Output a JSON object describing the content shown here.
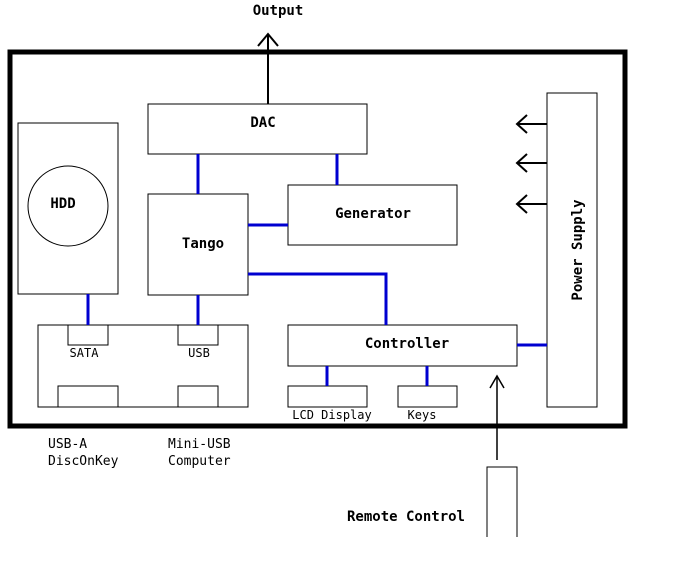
{
  "diagram": {
    "output_label": "Output",
    "dac_label": "DAC",
    "hdd_label": "HDD",
    "tango_label": "Tango",
    "generator_label": "Generator",
    "controller_label": "Controller",
    "power_supply_label": "Power Supply",
    "sata_label": "SATA",
    "usb_label": "USB",
    "lcd_label": "LCD Display",
    "keys_label": "Keys",
    "usb_a_label": "USB-A",
    "disconkey_label": "DiscOnKey",
    "mini_usb_label": "Mini-USB",
    "computer_label": "Computer",
    "remote_label": "Remote Control",
    "colors": {
      "wire": "#0000d0",
      "line": "#000000",
      "background": "#ffffff"
    }
  }
}
